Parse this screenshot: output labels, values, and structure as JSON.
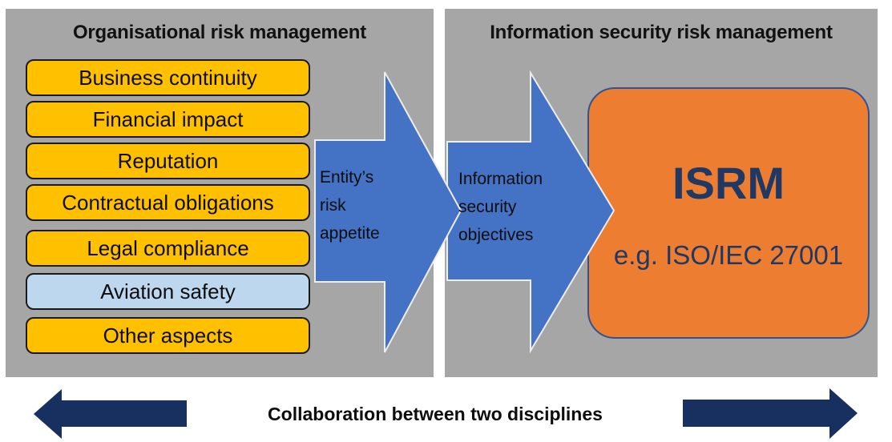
{
  "left_panel": {
    "title": "Organisational risk management",
    "items": [
      {
        "label": "Business continuity",
        "variant": "gold"
      },
      {
        "label": "Financial impact",
        "variant": "gold"
      },
      {
        "label": "Reputation",
        "variant": "gold"
      },
      {
        "label": "Contractual obligations",
        "variant": "gold"
      },
      {
        "label": "Legal compliance",
        "variant": "gold"
      },
      {
        "label": "Aviation safety",
        "variant": "light-blue"
      },
      {
        "label": "Other aspects",
        "variant": "gold"
      }
    ],
    "arrow_label": "Entity’s\nrisk\nappetite"
  },
  "right_panel": {
    "title": "Information security risk management",
    "arrow_label": "Information\nsecurity\nobjectives",
    "isrm_box": {
      "title": "ISRM",
      "subtitle": "e.g. ISO/IEC 27001"
    }
  },
  "footer": {
    "label": "Collaboration between two disciplines"
  },
  "colors": {
    "panel_gray": "#a6a6a6",
    "box_gold": "#ffc000",
    "box_light_blue": "#bdd7ee",
    "box_border": "#1a1a1a",
    "arrow_blue": "#4472c4",
    "arrow_outline": "#ededed",
    "isrm_fill": "#ed7d31",
    "isrm_border": "#2f5496",
    "isrm_text_navy": "#1f3864",
    "footer_arrow_navy": "#17305f"
  }
}
